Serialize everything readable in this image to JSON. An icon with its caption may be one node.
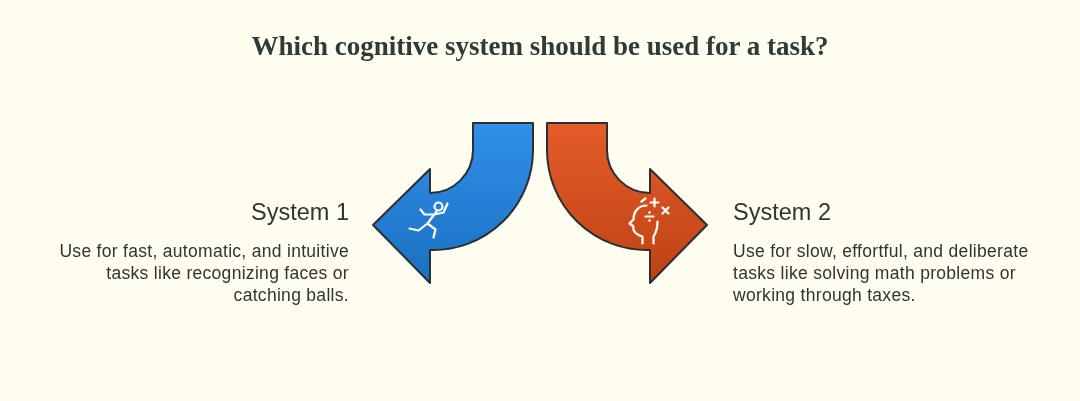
{
  "diagram": {
    "title": "Which cognitive system should be used for a task?",
    "nodes": [
      {
        "text": [
          "System 1",
          "Use for fast, automatic, and intuitive tasks like recognizing faces or catching balls."
        ]
      },
      {
        "text": [
          "System 2",
          "Use for slow, effortful, and deliberate tasks like solving math problems or working through taxes."
        ]
      }
    ],
    "edges": [
      {
        "from": null,
        "to": 0,
        "arrow": "to",
        "color": "#1f85e6"
      },
      {
        "from": null,
        "to": 1,
        "arrow": "to",
        "color": "#e24e17"
      }
    ]
  }
}
